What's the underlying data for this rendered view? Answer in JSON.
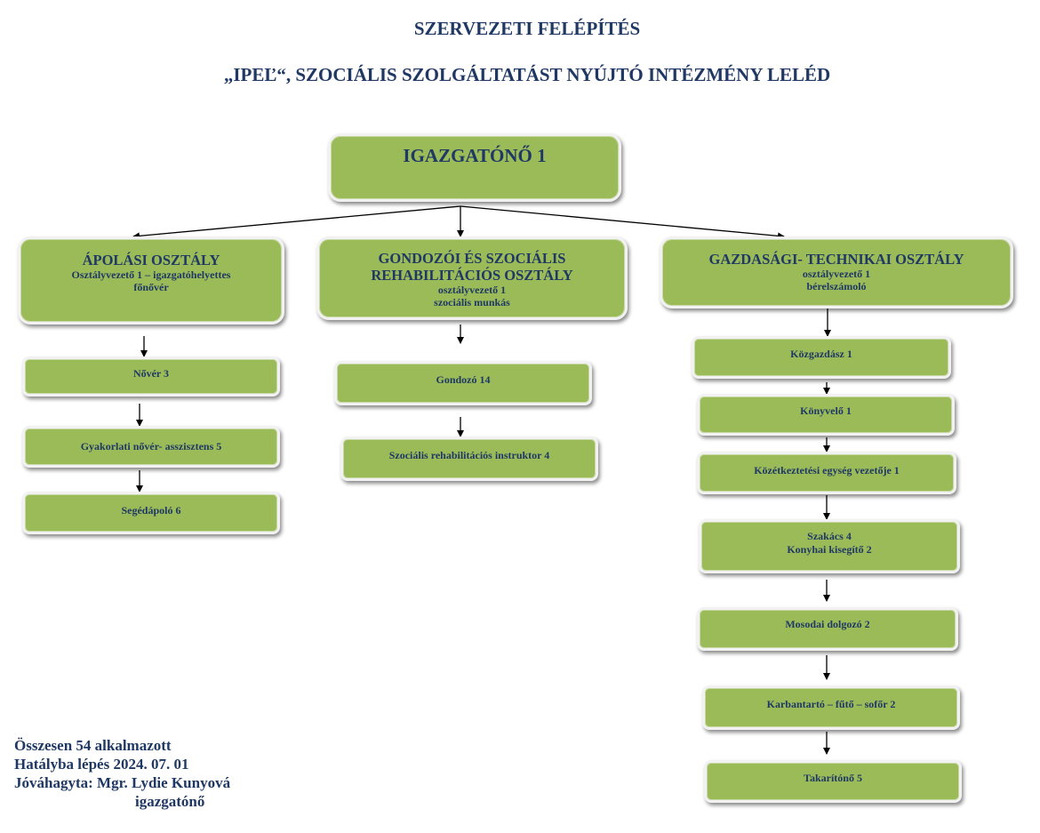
{
  "header": {
    "title": "SZERVEZETI FELÉPÍTÉS",
    "subtitle": "„IPEĽ“, SZOCIÁLIS SZOLGÁLTATÁST NYÚJTÓ INTÉZMÉNY LELÉD"
  },
  "director": {
    "label": "IGAZGATÓNŐ  1"
  },
  "departments": [
    {
      "title": "ÁPOLÁSI OSZTÁLY",
      "lines": [
        "Osztályvezető  1 – igazgatóhelyettes",
        "főnővér"
      ],
      "units": [
        {
          "lines": [
            "Nővér 3"
          ]
        },
        {
          "lines": [
            "Gyakorlati nővér- asszisztens  5"
          ]
        },
        {
          "lines": [
            "Segédápoló 6"
          ]
        }
      ]
    },
    {
      "title": "GONDOZÓI ÉS SZOCIÁLIS REHABILITÁCIÓS OSZTÁLY",
      "title_lines": [
        "GONDOZÓI ÉS SZOCIÁLIS",
        "REHABILITÁCIÓS OSZTÁLY"
      ],
      "lines": [
        "osztályvezető 1",
        "szociális munkás"
      ],
      "units": [
        {
          "lines": [
            "Gondozó 14"
          ]
        },
        {
          "lines": [
            "Szociális rehabilitációs instruktor  4"
          ]
        }
      ]
    },
    {
      "title": "GAZDASÁGI- TECHNIKAI OSZTÁLY",
      "lines": [
        "osztályvezető 1",
        "bérelszámoló"
      ],
      "units": [
        {
          "lines": [
            "Közgazdász 1"
          ]
        },
        {
          "lines": [
            "Könyvelő 1"
          ]
        },
        {
          "lines": [
            "Közétkeztetési egység vezetője 1"
          ]
        },
        {
          "lines": [
            "Szakács 4",
            "Konyhai kisegítő 2"
          ]
        },
        {
          "lines": [
            "Mosodai dolgozó 2"
          ]
        },
        {
          "lines": [
            "Karbantartó – fűtő – sofőr 2"
          ]
        },
        {
          "lines": [
            "Takarítónő 5"
          ]
        }
      ]
    }
  ],
  "footer": {
    "total": "Összesen 54 alkalmazott",
    "effective": "Hatályba lépés 2024. 07. 01",
    "approved": "Jóváhagyta: Mgr. Lydie Kunyová",
    "role": "igazgatónő"
  },
  "colors": {
    "box_fill": "#9bbb59",
    "text": "#1f3864",
    "box_border": "#f2f2f2"
  }
}
